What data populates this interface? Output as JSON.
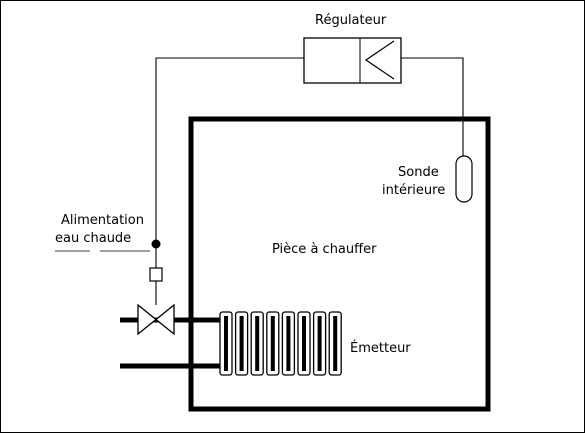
{
  "labels": {
    "regulateur": "Régulateur",
    "sonde_line1": "Sonde",
    "sonde_line2": "intérieure",
    "alimentation_line1": "Alimentation",
    "alimentation_line2": "eau chaude",
    "piece": "Pièce à chauffer",
    "emetteur": "Émetteur"
  },
  "colors": {
    "stroke": "#000000",
    "background": "#ffffff"
  },
  "emitter": {
    "fin_count": 8
  }
}
